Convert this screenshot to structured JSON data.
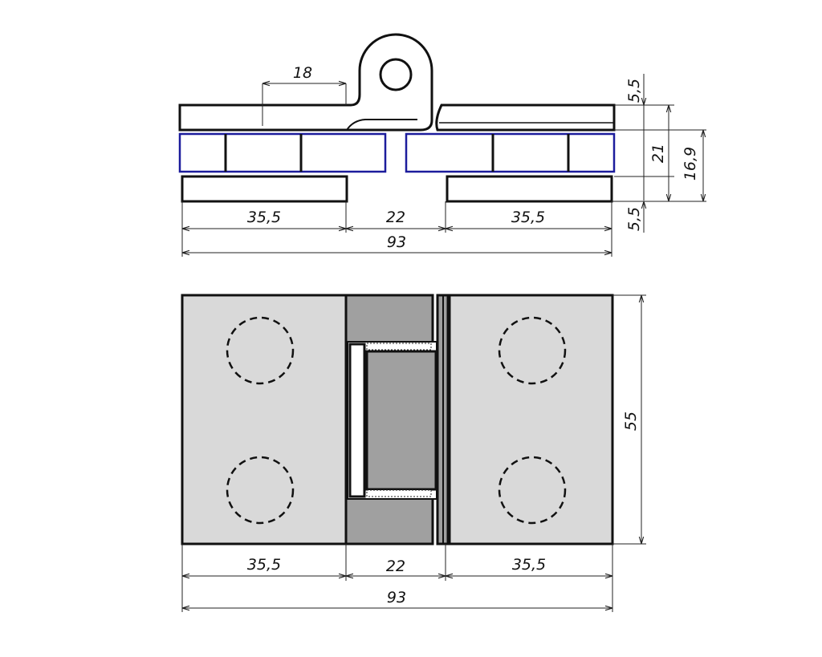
{
  "colors": {
    "outline": "#111111",
    "spacer_outline": "#1c1c9c",
    "plate_fill": "#d9d9d9",
    "center_fill": "#a0a0a0",
    "background": "#ffffff"
  },
  "side_view": {
    "dims": {
      "leaf_tab": "18",
      "left_leaf": "35,5",
      "gap": "22",
      "right_leaf": "35,5",
      "overall": "93",
      "top_thickness": "5,5",
      "bottom_thickness": "5,5",
      "total_height": "21",
      "inner_height": "16,9"
    }
  },
  "front_view": {
    "dims": {
      "left_leaf": "35,5",
      "gap": "22",
      "right_leaf": "35,5",
      "overall": "93",
      "height": "55"
    }
  }
}
